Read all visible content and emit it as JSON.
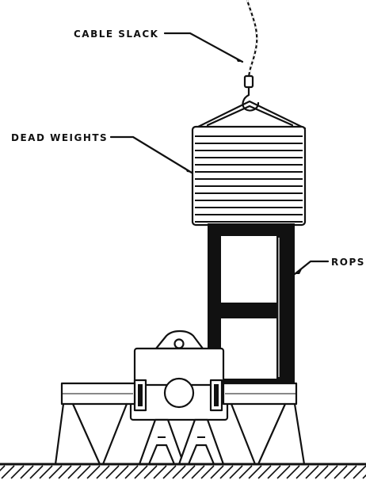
{
  "labels": {
    "cable_slack": "CABLE SLACK",
    "dead_weights": "DEAD WEIGHTS",
    "rops": "ROPS"
  },
  "colors": {
    "ink": "#111111",
    "paper": "#ffffff"
  }
}
